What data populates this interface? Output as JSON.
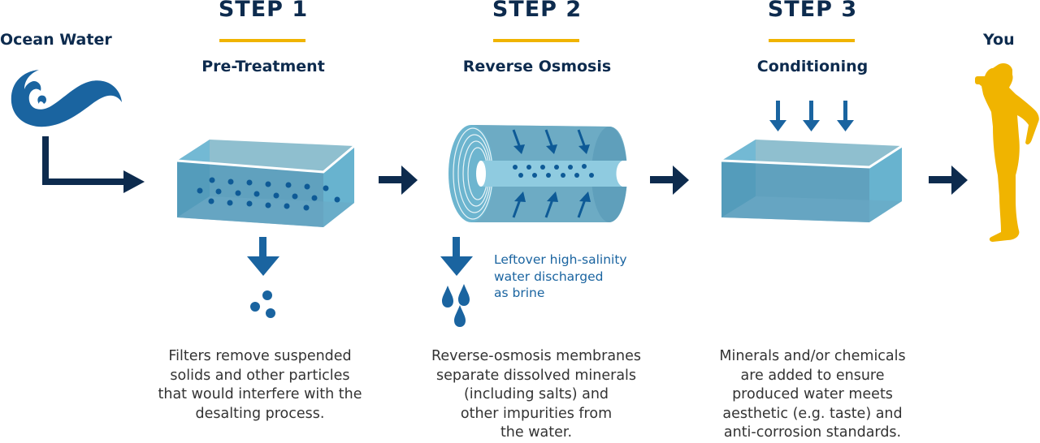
{
  "source": {
    "label": "Ocean Water",
    "icon": "wave-icon"
  },
  "destination": {
    "label": "You",
    "icon": "person-drinking-icon"
  },
  "colors": {
    "navy": "#0d2b4e",
    "blue": "#1a64a0",
    "gold": "#f0b400",
    "water": "#5aa3c2",
    "text": "#333333"
  },
  "steps": [
    {
      "step_label": "STEP 1",
      "name": "Pre-Treatment",
      "icon": "tank-with-particles-icon",
      "output_icon": "particles-icon",
      "description": "Filters remove suspended\nsolids and other particles\nthat would interfere with the\ndesalting process."
    },
    {
      "step_label": "STEP 2",
      "name": "Reverse Osmosis",
      "icon": "membrane-cylinder-icon",
      "output_icon": "brine-drops-icon",
      "output_note": "Leftover high-salinity\nwater discharged\nas brine",
      "description": "Reverse-osmosis membranes\nseparate dissolved minerals\n(including salts) and\nother impurities from\nthe water."
    },
    {
      "step_label": "STEP 3",
      "name": "Conditioning",
      "icon": "tank-with-additions-icon",
      "description": "Minerals and/or chemicals\nare added to ensure\nproduced water meets\naesthetic (e.g. taste) and\nanti-corrosion standards."
    }
  ]
}
